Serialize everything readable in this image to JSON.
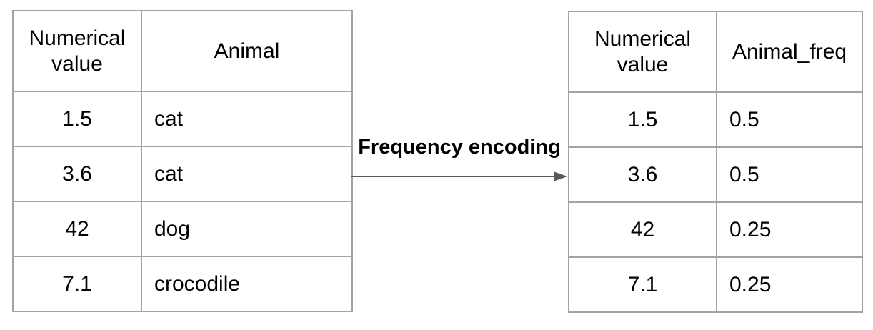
{
  "diagram": {
    "label": "Frequency encoding"
  },
  "left_table": {
    "headers": [
      "Numerical value",
      "Animal"
    ],
    "rows": [
      [
        "1.5",
        "cat"
      ],
      [
        "3.6",
        "cat"
      ],
      [
        "42",
        "dog"
      ],
      [
        "7.1",
        "crocodile"
      ]
    ]
  },
  "right_table": {
    "headers": [
      "Numerical value",
      "Animal_freq"
    ],
    "rows": [
      [
        "1.5",
        "0.5"
      ],
      [
        "3.6",
        "0.5"
      ],
      [
        "42",
        "0.25"
      ],
      [
        "7.1",
        "0.25"
      ]
    ]
  },
  "colors": {
    "background": "#ffffff",
    "table_border": "#a3a3a3",
    "text": "#000000",
    "arrow": "#595959"
  }
}
